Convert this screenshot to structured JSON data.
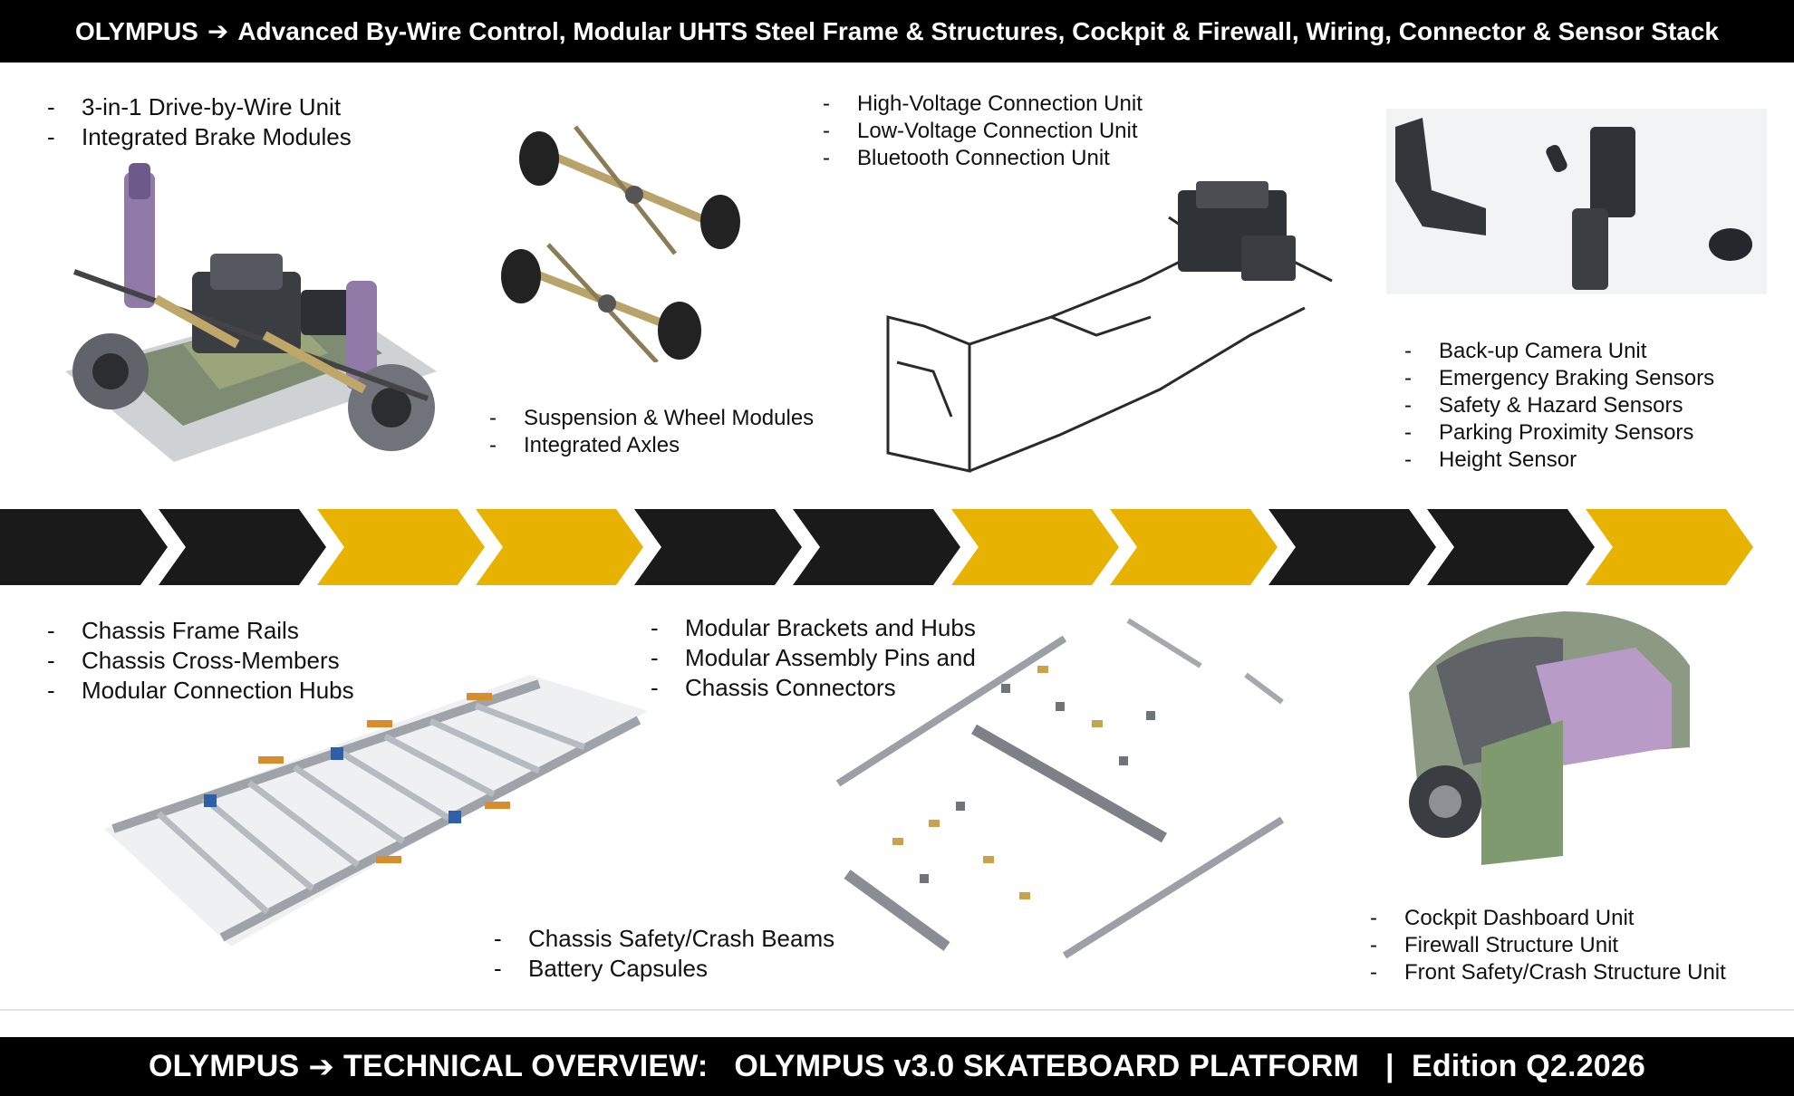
{
  "header": {
    "brand": "OLYMPUS",
    "arrow": "➔",
    "title": "Advanced By-Wire Control, Modular UHTS Steel Frame & Structures, Cockpit & Firewall, Wiring, Connector & Sensor Stack"
  },
  "footer": {
    "brand": "OLYMPUS",
    "arrow": "➔",
    "text": "TECHNICAL OVERVIEW:   OLYMPUS v3.0 SKATEBOARD PLATFORM   |  Edition Q2.2026"
  },
  "dash": "-",
  "sections": {
    "drive_by_wire": [
      "3-in-1 Drive-by-Wire Unit",
      "Integrated Brake Modules"
    ],
    "suspension": [
      "Suspension & Wheel Modules",
      "Integrated Axles"
    ],
    "connection": [
      "High-Voltage Connection Unit",
      "Low-Voltage Connection Unit",
      "Bluetooth Connection Unit"
    ],
    "sensors": [
      "Back-up Camera Unit",
      "Emergency Braking Sensors",
      "Safety & Hazard Sensors",
      "Parking Proximity Sensors",
      "Height Sensor"
    ],
    "chassis": [
      "Chassis Frame Rails",
      "Chassis Cross-Members",
      "Modular Connection Hubs"
    ],
    "brackets": [
      "Modular Brackets and Hubs",
      "Modular Assembly Pins and",
      "Chassis Connectors"
    ],
    "crash": [
      "Chassis Safety/Crash Beams",
      "Battery Capsules"
    ],
    "cockpit": [
      "Cockpit Dashboard Unit",
      "Firewall Structure Unit",
      "Front Safety/Crash Structure Unit"
    ]
  },
  "chevrons": {
    "colors": [
      "#1a1a1a",
      "#1a1a1a",
      "#e8b200",
      "#e8b200",
      "#1a1a1a",
      "#1a1a1a",
      "#e8b200",
      "#e8b200",
      "#1a1a1a",
      "#1a1a1a",
      "#e8b200"
    ]
  }
}
